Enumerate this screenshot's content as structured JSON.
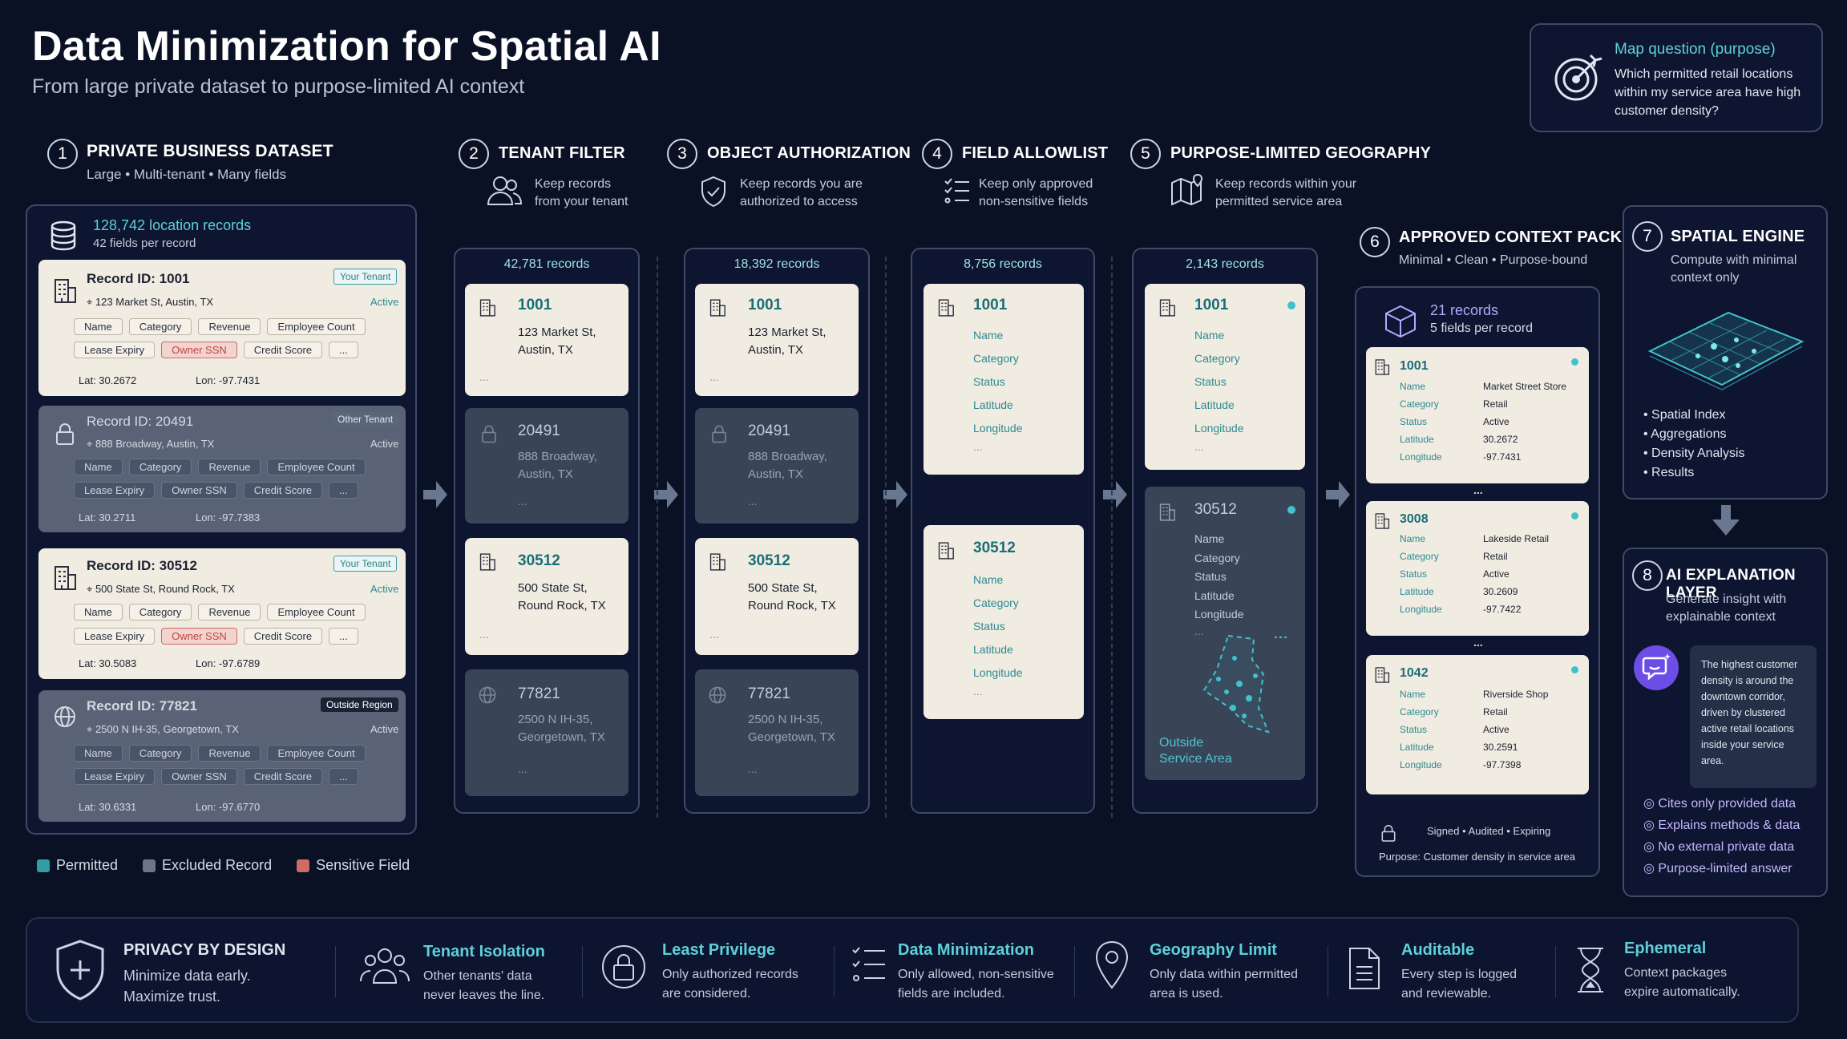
{
  "header": {
    "title": "Data Minimization for Spatial AI",
    "subtitle": "From large private dataset to purpose-limited AI context"
  },
  "question": {
    "title": "Map question (purpose)",
    "text": "Which permitted retail locations within my service area have high customer density?"
  },
  "steps": {
    "s1": {
      "num": "1",
      "title": "PRIVATE BUSINESS DATASET",
      "desc": "Large • Multi-tenant • Many fields"
    },
    "s2": {
      "num": "2",
      "title": "TENANT FILTER",
      "desc1": "Keep records",
      "desc2": "from your tenant"
    },
    "s3": {
      "num": "3",
      "title": "OBJECT AUTHORIZATION",
      "desc1": "Keep records you are",
      "desc2": "authorized to access"
    },
    "s4": {
      "num": "4",
      "title": "FIELD ALLOWLIST",
      "desc1": "Keep only approved",
      "desc2": "non-sensitive fields"
    },
    "s5": {
      "num": "5",
      "title": "PURPOSE-LIMITED GEOGRAPHY",
      "desc1": "Keep records within your",
      "desc2": "permitted service area"
    },
    "s6": {
      "num": "6",
      "title": "APPROVED CONTEXT PACKAGE",
      "desc": "Minimal • Clean • Purpose-bound"
    },
    "s7": {
      "num": "7",
      "title": "SPATIAL ENGINE",
      "desc1": "Compute with minimal",
      "desc2": "context only"
    },
    "s8": {
      "num": "8",
      "title": "AI EXPLANATION LAYER",
      "desc1": "Generate insight with",
      "desc2": "explainable context"
    }
  },
  "dataset": {
    "count": "128,742 location records",
    "fields": "42 fields per record",
    "records": [
      {
        "id": "Record ID: 1001",
        "addr": "123 Market St, Austin, TX",
        "tag": "Your Tenant",
        "status": "Active",
        "lat": "Lat: 30.2672",
        "lon": "Lon: -97.7431"
      },
      {
        "id": "Record ID: 20491",
        "addr": "888 Broadway, Austin, TX",
        "tag": "Other Tenant",
        "status": "Active",
        "lat": "Lat: 30.2711",
        "lon": "Lon: -97.7383"
      },
      {
        "id": "Record ID: 30512",
        "addr": "500 State St, Round Rock, TX",
        "tag": "Your Tenant",
        "status": "Active",
        "lat": "Lat: 30.5083",
        "lon": "Lon: -97.6789"
      },
      {
        "id": "Record ID: 77821",
        "addr": "2500 N IH-35, Georgetown, TX",
        "tag": "Outside Region",
        "status": "Active",
        "lat": "Lat: 30.6331",
        "lon": "Lon: -97.6770"
      }
    ],
    "pills1": [
      "Name",
      "Category",
      "Revenue",
      "Employee Count"
    ],
    "pills2": [
      "Lease Expiry",
      "Owner SSN",
      "Credit Score",
      "..."
    ]
  },
  "legend": {
    "permitted": "Permitted",
    "excluded": "Excluded Record",
    "sensitive": "Sensitive Field"
  },
  "tenant": {
    "count": "42,781 records",
    "c1": {
      "id": "1001",
      "a1": "123 Market St,",
      "a2": "Austin, TX"
    },
    "c2": {
      "id": "20491",
      "a1": "888 Broadway,",
      "a2": "Austin, TX"
    },
    "c3": {
      "id": "30512",
      "a1": "500 State St,",
      "a2": "Round Rock, TX"
    },
    "c4": {
      "id": "77821",
      "a1": "2500 N IH-35,",
      "a2": "Georgetown, TX"
    },
    "ellipsis": "..."
  },
  "auth": {
    "count": "18,392 records",
    "c1": {
      "id": "1001",
      "a1": "123 Market St,",
      "a2": "Austin, TX"
    },
    "c2": {
      "id": "20491",
      "a1": "888 Broadway,",
      "a2": "Austin, TX"
    },
    "c3": {
      "id": "30512",
      "a1": "500 State St,",
      "a2": "Round Rock, TX"
    },
    "c4": {
      "id": "77821",
      "a1": "2500 N IH-35,",
      "a2": "Georgetown, TX"
    }
  },
  "allow": {
    "count": "8,756 records",
    "c1": {
      "id": "1001"
    },
    "c2": {
      "id": "30512"
    },
    "fields": [
      "Name",
      "Category",
      "Status",
      "Latitude",
      "Longitude"
    ]
  },
  "geo": {
    "count": "2,143 records",
    "c1": {
      "id": "1001"
    },
    "c2": {
      "id": "30512"
    },
    "outside1": "Outside",
    "outside2": "Service Area"
  },
  "pkg": {
    "count": "21 records",
    "fields": "5 fields per record",
    "keys": [
      "Name",
      "Category",
      "Status",
      "Latitude",
      "Longitude"
    ],
    "r1": {
      "id": "1001",
      "vals": [
        "Market Street Store",
        "Retail",
        "Active",
        "30.2672",
        "-97.7431"
      ]
    },
    "r2": {
      "id": "3008",
      "vals": [
        "Lakeside Retail",
        "Retail",
        "Active",
        "30.2609",
        "-97.7422"
      ]
    },
    "r3": {
      "id": "1042",
      "vals": [
        "Riverside Shop",
        "Retail",
        "Active",
        "30.2591",
        "-97.7398"
      ]
    },
    "signed": "Signed • Audited • Expiring",
    "purpose": "Purpose: Customer density in service area",
    "dots": "..."
  },
  "engine": {
    "items": [
      "Spatial Index",
      "Aggregations",
      "Density Analysis",
      "Results"
    ]
  },
  "ai": {
    "bubble": "The highest customer density is around the downtown corridor, driven by clustered active retail locations inside your service area.",
    "checks": [
      "Cites only provided data",
      "Explains methods & data",
      "No external private data",
      "Purpose-limited answer"
    ]
  },
  "bottom": {
    "privacy": {
      "title": "PRIVACY BY DESIGN",
      "d1": "Minimize data early.",
      "d2": "Maximize trust."
    },
    "items": [
      {
        "title": "Tenant Isolation",
        "d1": "Other tenants' data",
        "d2": "never leaves the line."
      },
      {
        "title": "Least Privilege",
        "d1": "Only authorized records",
        "d2": "are considered."
      },
      {
        "title": "Data Minimization",
        "d1": "Only allowed, non-sensitive",
        "d2": "fields are included."
      },
      {
        "title": "Geography Limit",
        "d1": "Only data within permitted",
        "d2": "area is used."
      },
      {
        "title": "Auditable",
        "d1": "Every step is logged",
        "d2": "and reviewable."
      },
      {
        "title": "Ephemeral",
        "d1": "Context packages",
        "d2": "expire automatically."
      }
    ]
  },
  "colors": {
    "bg": "#0a1124",
    "teal": "#3fc2cc",
    "permitted": "#2f9ea5",
    "excluded": "#6d7487",
    "sensitive": "#d06a62",
    "purple": "#7c5cf0"
  }
}
